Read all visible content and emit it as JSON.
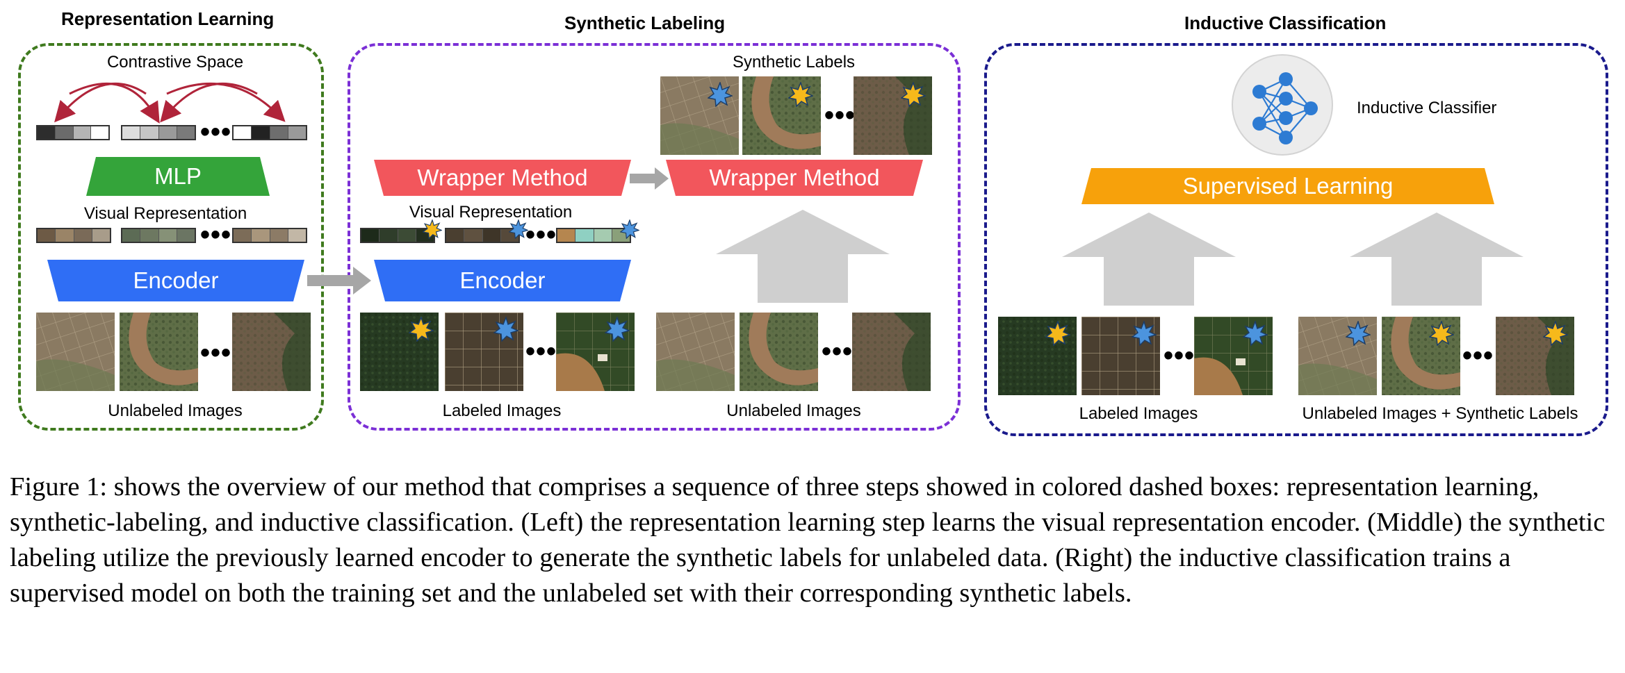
{
  "sections": {
    "representation_learning": {
      "title": "Representation Learning",
      "contrastive_space": "Contrastive Space",
      "mlp": "MLP",
      "visual_representation": "Visual Representation",
      "encoder": "Encoder",
      "unlabeled_images": "Unlabeled Images"
    },
    "synthetic_labeling": {
      "title": "Synthetic Labeling",
      "synthetic_labels": "Synthetic Labels",
      "wrapper_method_left": "Wrapper Method",
      "wrapper_method_right": "Wrapper Method",
      "visual_representation": "Visual Representation",
      "encoder": "Encoder",
      "labeled_images": "Labeled Images",
      "unlabeled_images": "Unlabeled Images"
    },
    "inductive_classification": {
      "title": "Inductive Classification",
      "inductive_classifier": "Inductive Classifier",
      "supervised_learning": "Supervised Learning",
      "labeled_images": "Labeled Images",
      "unlabeled_plus_synthetic": "Unlabeled Images + Synthetic Labels"
    }
  },
  "ellipsis": "•••",
  "caption": "Figure 1: shows the overview of our method that comprises a sequence of three steps showed in colored dashed boxes: representation learning, synthetic-labeling, and inductive classification. (Left) the representation learning step learns the visual representation encoder. (Middle) the synthetic labeling utilize the previously learned encoder to generate the synthetic labels for unlabeled data. (Right) the inductive classification trains a supervised model on both the training set and the unlabeled set with their corresponding synthetic labels.",
  "colors": {
    "green_box": "#3f7a1e",
    "purple_box": "#7b2fd6",
    "navy_box": "#1a1a8c",
    "mlp": "#34a43a",
    "encoder": "#2f6ef5",
    "wrapper": "#f2565c",
    "supervised": "#f7a10b",
    "gray_arrow": "#cfcfcf",
    "star_yellow": "#f6b91b",
    "star_blue": "#4c94de",
    "contrastive_arrow": "#b0243a"
  },
  "icons": {
    "star": "star-badge-icon",
    "network": "neural-network-icon"
  }
}
